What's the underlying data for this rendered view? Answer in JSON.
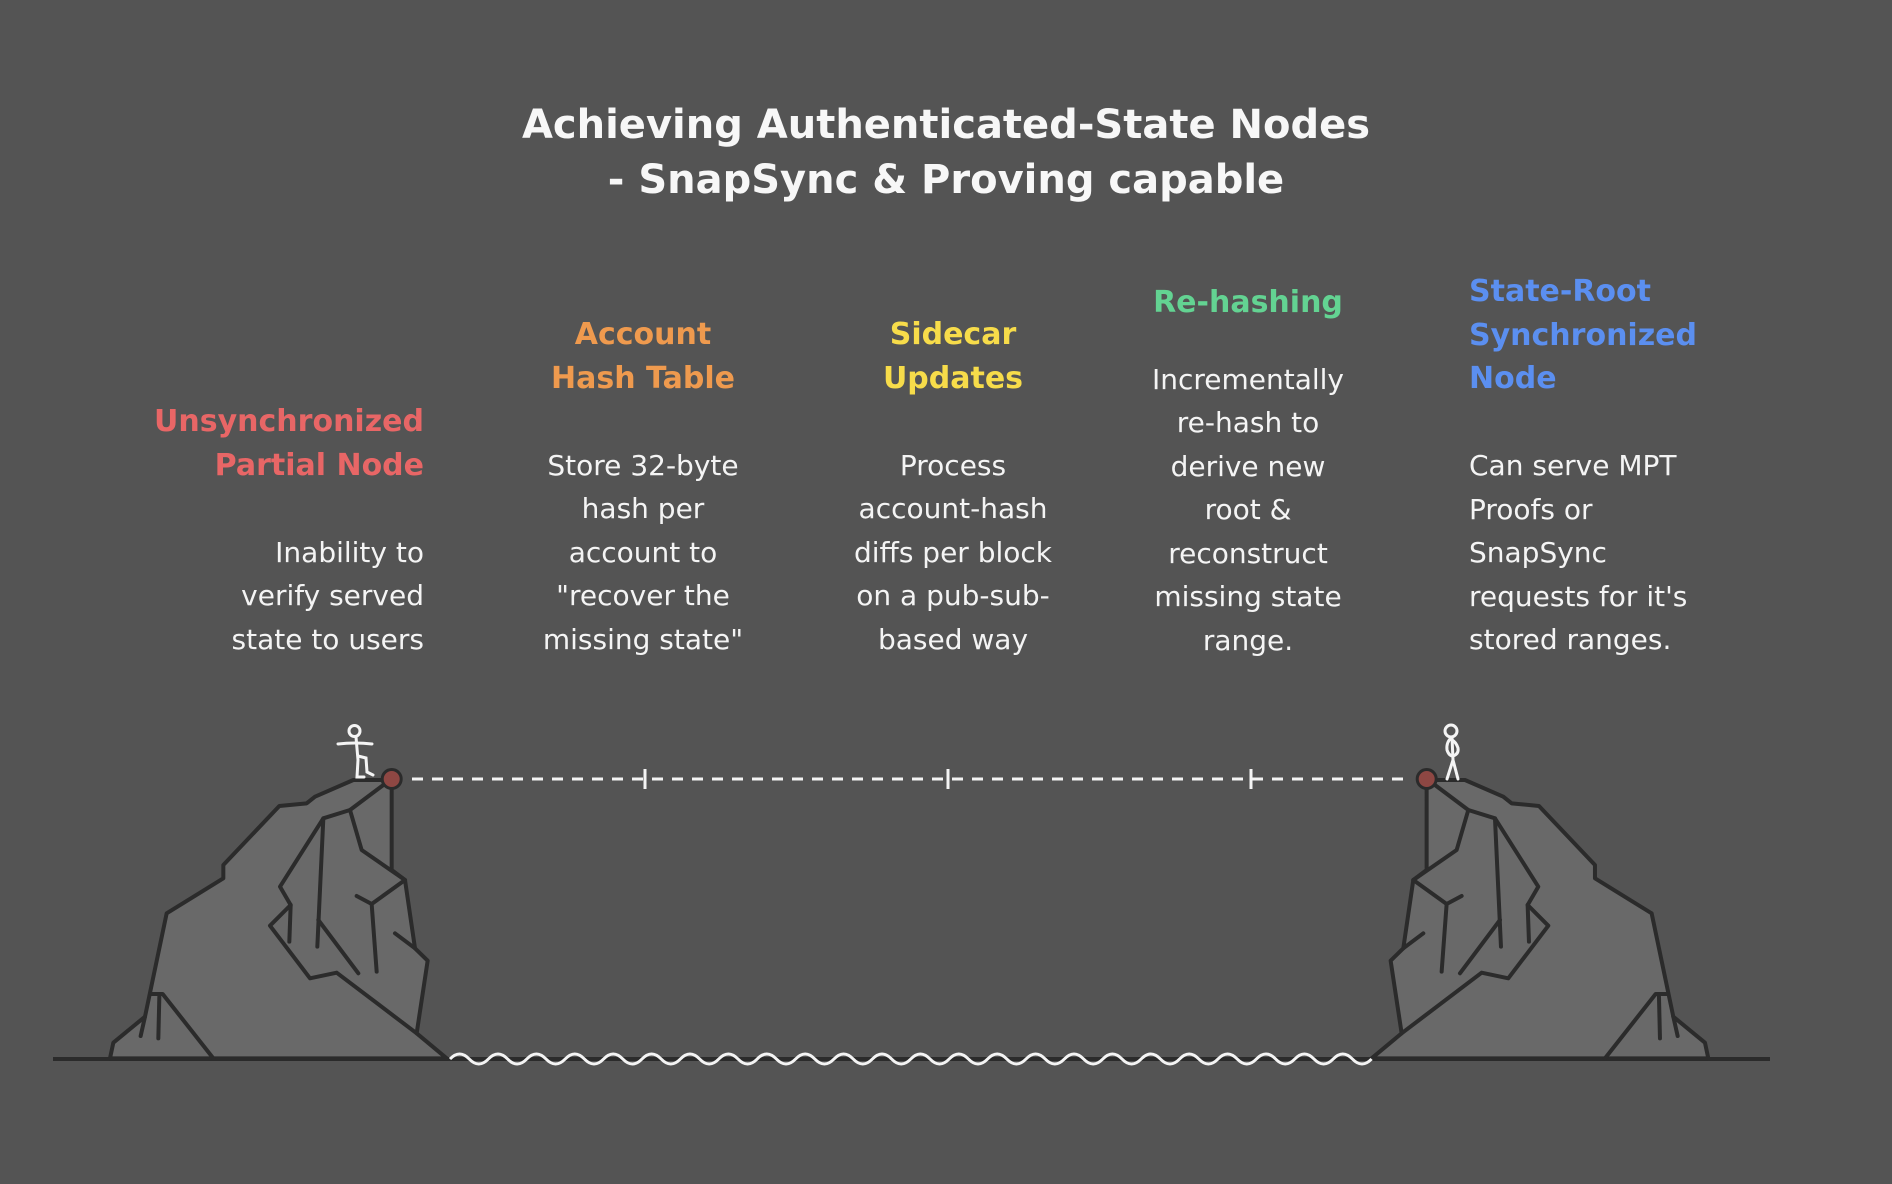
{
  "title": {
    "line1": "Achieving Authenticated-State Nodes",
    "line2": "- SnapSync & Proving capable"
  },
  "colors": {
    "background": "#545454",
    "stage1": "#e86666",
    "stage2": "#ef9a4e",
    "stage3": "#f7dc4a",
    "stage4": "#63d392",
    "stage5": "#5b8ff0",
    "cliff_fill": "#696969",
    "marker": "#8e4743"
  },
  "stages": [
    {
      "heading": [
        "Unsynchronized",
        "Partial Node"
      ],
      "body": [
        "Inability to",
        "verify served",
        "state to users"
      ]
    },
    {
      "heading": [
        "Account",
        "Hash Table"
      ],
      "body": [
        "Store 32-byte",
        "hash per",
        "account to",
        "\"recover the",
        "missing state\""
      ]
    },
    {
      "heading": [
        "Sidecar",
        "Updates"
      ],
      "body": [
        "Process",
        "account-hash",
        "diffs per block",
        "on a pub-sub-",
        "based way"
      ]
    },
    {
      "heading": [
        "Re-hashing"
      ],
      "body": [
        "Incrementally",
        "re-hash to",
        "derive new",
        "root &",
        "reconstruct",
        "missing state",
        "range."
      ]
    },
    {
      "heading": [
        "State-Root",
        "Synchronized",
        "Node"
      ],
      "body": [
        "Can serve MPT",
        "Proofs or",
        "SnapSync",
        "requests for it's",
        "stored ranges."
      ]
    }
  ],
  "icons": {
    "left_figure": "stick-figure-walking-icon",
    "right_figure": "stick-figure-standing-icon"
  }
}
